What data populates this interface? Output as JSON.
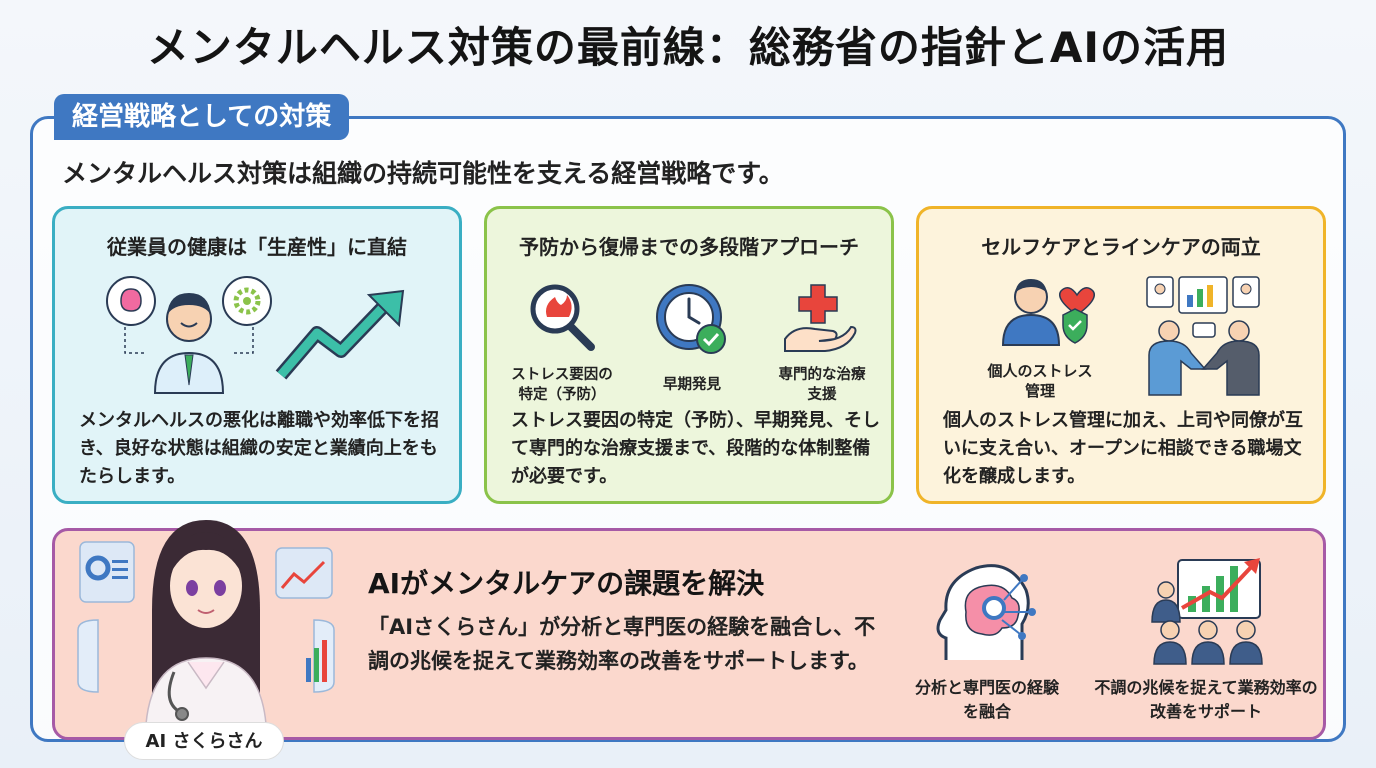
{
  "title": "メンタルヘルス対策の最前線：総務省の指針とAIの活用",
  "section_tab": "経営戦略としての対策",
  "lead": "メンタルヘルス対策は組織の持続可能性を支える経営戦略です。",
  "cards": [
    {
      "title": "従業員の健康は「生産性」に直結",
      "body": "メンタルヘルスの悪化は離職や効率低下を招き、良好な状態は組織の安定と業績向上をもたらします。",
      "color": "#3aaec3"
    },
    {
      "title": "予防から復帰までの多段階アプローチ",
      "icons": [
        {
          "label": "ストレス要因の特定（予防）",
          "icon": "magnifier-stress-icon"
        },
        {
          "label": "早期発見",
          "icon": "clock-check-icon"
        },
        {
          "label": "専門的な治療支援",
          "icon": "hand-medical-cross-icon"
        }
      ],
      "body": "ストレス要因の特定（予防）、早期発見、そして専門的な治療支援まで、段階的な体制整備が必要です。",
      "color": "#8bc34a"
    },
    {
      "title": "セルフケアとラインケアの両立",
      "icons": [
        {
          "label": "個人のストレス管理",
          "icon": "person-heart-shield-icon"
        },
        {
          "label": "",
          "icon": "handshake-meeting-icon"
        }
      ],
      "body": "個人のストレス管理に加え、上司や同僚が互いに支え合い、オープンに相談できる職場文化を醸成します。",
      "color": "#f0b429"
    }
  ],
  "ai": {
    "heading": "AIがメンタルケアの課題を解決",
    "body": "「AIさくらさん」が分析と専門医の経験を融合し、不調の兆候を捉えて業務効率の改善をサポートします。",
    "name_badge": "AI さくらさん",
    "icons": [
      {
        "label": "分析と専門医の経験を融合",
        "icon": "brain-analysis-icon"
      },
      {
        "label": "不調の兆候を捉えて業務効率の改善をサポート",
        "icon": "team-growth-chart-icon"
      }
    ],
    "color": "#a65aa6"
  },
  "colors": {
    "primary": "#3f78c2",
    "accent_red": "#e8453c",
    "accent_green": "#3cae5c"
  }
}
